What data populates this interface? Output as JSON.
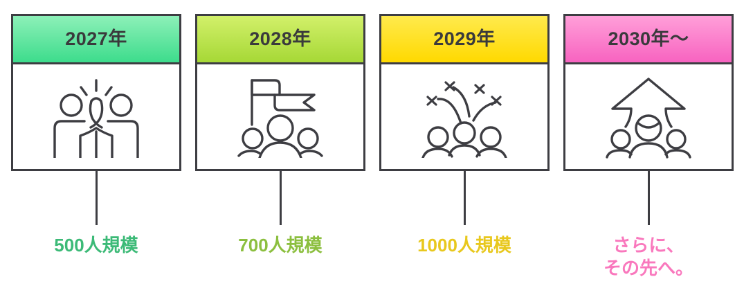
{
  "diagram": {
    "type": "timeline-roadmap",
    "background_color": "#ffffff",
    "card_border_color": "#3d3d42",
    "header_text_color": "#3a3a3c",
    "milestones": [
      {
        "year_label": "2027年",
        "icon": "high-five-two-people-icon",
        "scale_label": "500人規模",
        "header_gradient_from": "#8df0b8",
        "header_gradient_to": "#3ddc8c",
        "scale_text_color": "#3cba77"
      },
      {
        "year_label": "2028年",
        "icon": "flag-with-three-people-icon",
        "scale_label": "700人規模",
        "header_gradient_from": "#d2f06a",
        "header_gradient_to": "#a6d836",
        "scale_text_color": "#8cbf3f"
      },
      {
        "year_label": "2029年",
        "icon": "celebration-confetti-three-people-icon",
        "scale_label": "1000人規模",
        "header_gradient_from": "#ffea4d",
        "header_gradient_to": "#ffd900",
        "scale_text_color": "#e8c81e"
      },
      {
        "year_label": "2030年〜",
        "icon": "up-arrow-three-people-icon",
        "scale_label": "さらに、\nその先へ。",
        "header_gradient_from": "#ff9fd9",
        "header_gradient_to": "#f763c0",
        "scale_text_color": "#f978bd"
      }
    ]
  }
}
